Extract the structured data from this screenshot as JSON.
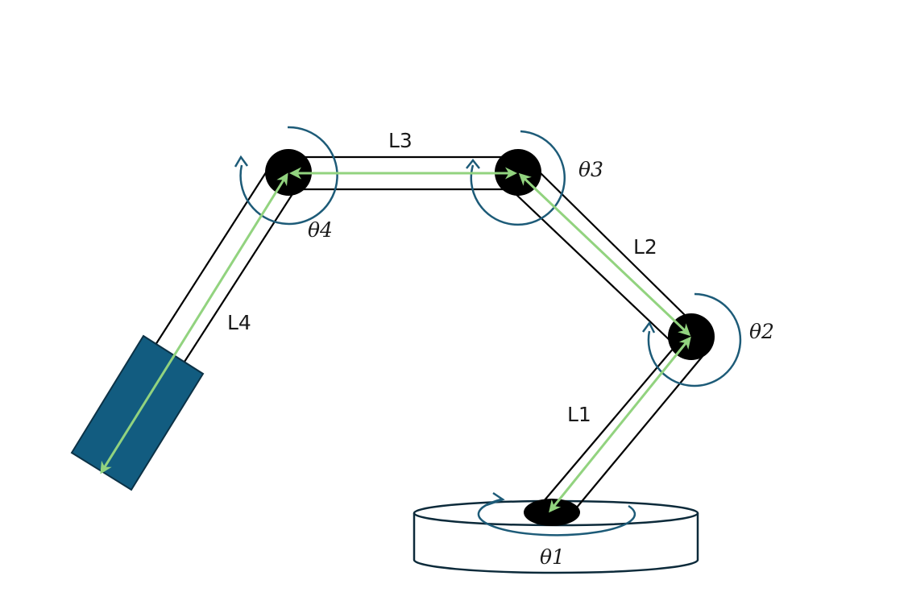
{
  "diagram": {
    "links": {
      "l1": "L1",
      "l2": "L2",
      "l3": "L3",
      "l4": "L4"
    },
    "joints": {
      "theta1": "θ1",
      "theta2": "θ2",
      "theta3": "θ3",
      "theta4": "θ4"
    },
    "colors": {
      "link_outline": "#000000",
      "joint_fill": "#000000",
      "rotation_arrow": "#1d5b78",
      "length_arrow": "#92d37f",
      "end_effector_fill": "#125c80",
      "end_effector_stroke": "#0c3246",
      "base_stroke": "#0c2a3a"
    }
  }
}
